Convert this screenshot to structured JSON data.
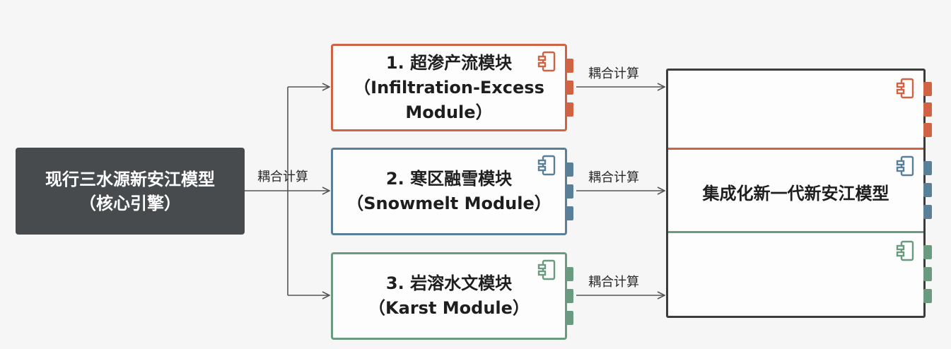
{
  "core": {
    "line1": "现行三水源新安江模型",
    "line2": "（核心引擎）"
  },
  "modules": [
    {
      "line1": "1. 超渗产流模块",
      "line2": "（Infiltration-Excess",
      "line3": "Module）",
      "color": "#cf6343"
    },
    {
      "line1": "2. 寒区融雪模块",
      "line2": "（Snowmelt Module）",
      "line3": "",
      "color": "#5a7f99"
    },
    {
      "line1": "3. 岩溶水文模块",
      "line2": "（Karst Module）",
      "line3": "",
      "color": "#6a9a80"
    }
  ],
  "coupling_label": "耦合计算",
  "result": {
    "title": "集成化新一代新安江模型"
  },
  "icons": [
    "component-icon"
  ]
}
